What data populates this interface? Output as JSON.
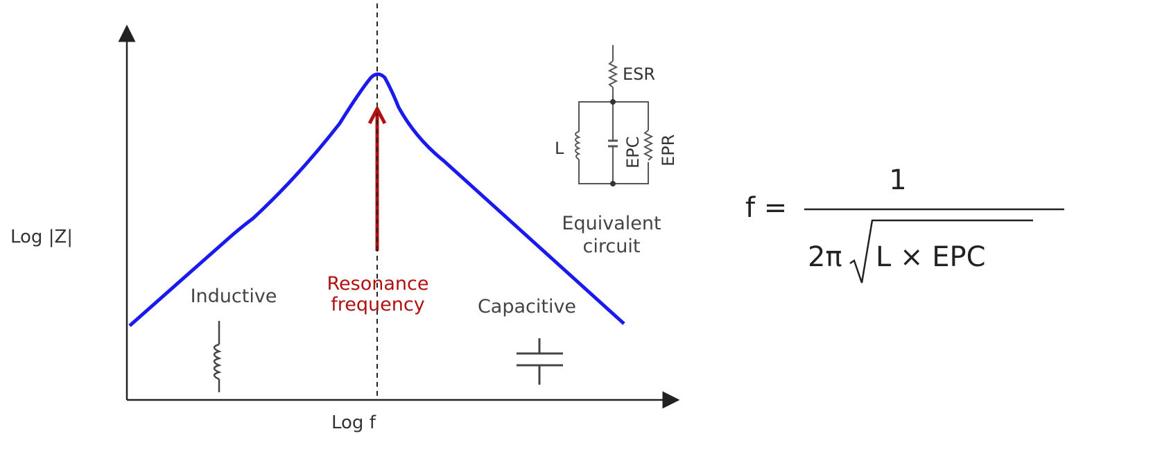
{
  "axes": {
    "y_label": "Log |Z|",
    "x_label": "Log f"
  },
  "regions": {
    "inductive": "Inductive",
    "capacitive": "Capacitive"
  },
  "resonance": {
    "line1": "Resonance",
    "line2": "frequency"
  },
  "circuit": {
    "esr": "ESR",
    "l": "L",
    "epc": "EPC",
    "epr": "EPR",
    "caption1": "Equivalent",
    "caption2": "circuit"
  },
  "formula": {
    "lhs": "f =",
    "numerator": "1",
    "two_pi": "2π",
    "radicand": "L × EPC"
  },
  "colors": {
    "curve": "#1a1aee",
    "resonance": "#b01010",
    "text": "#444444",
    "lines": "#555555"
  }
}
